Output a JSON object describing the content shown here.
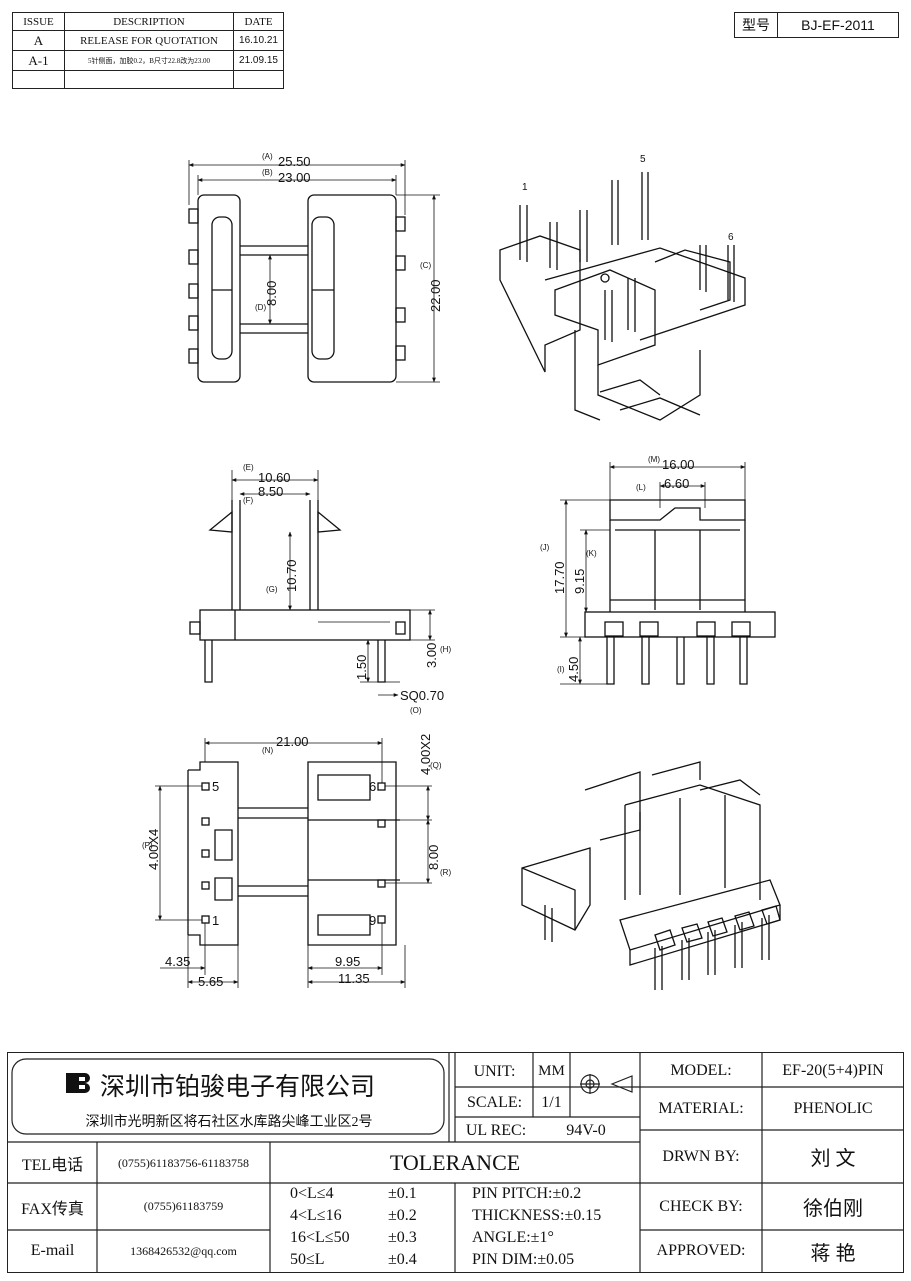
{
  "revision_table": {
    "headers": [
      "ISSUE",
      "DESCRIPTION",
      "DATE"
    ],
    "rows": [
      {
        "issue": "A",
        "description": "RELEASE FOR QUOTATION",
        "date": "16.10.21"
      },
      {
        "issue": "A-1",
        "description": "5针侧面，加胶0.2，B尺寸22.8改为23.00",
        "date": "21.09.15"
      }
    ]
  },
  "model_box": {
    "label": "型号",
    "value": "BJ-EF-2011"
  },
  "views": {
    "top": {
      "A": "25.50",
      "B": "23.00",
      "C": "22.00",
      "D": "8.00",
      "tag_A": "(A)",
      "tag_B": "(B)",
      "tag_C": "(C)",
      "tag_D": "(D)"
    },
    "iso_top": {
      "pin1": "1",
      "pin5": "5",
      "pin6": "6"
    },
    "side": {
      "E": "10.60",
      "F": "8.50",
      "G": "10.70",
      "H": "3.00",
      "pin_len": "1.50",
      "O": "SQ0.70",
      "tag_E": "(E)",
      "tag_F": "(F)",
      "tag_G": "(G)",
      "tag_H": "(H)",
      "tag_O": "(O)"
    },
    "front": {
      "M": "16.00",
      "L": "6.60",
      "J": "17.70",
      "K": "9.15",
      "I": "4.50",
      "tag_M": "(M)",
      "tag_L": "(L)",
      "tag_J": "(J)",
      "tag_K": "(K)",
      "tag_I": "(I)"
    },
    "bottom": {
      "N": "21.00",
      "Q": "4.00X2",
      "P": "4.00X4",
      "R": "8.00",
      "d1": "4.35",
      "d2": "5.65",
      "d3": "9.95",
      "d4": "11.35",
      "tag_N": "(N)",
      "tag_Q": "(Q)",
      "tag_P": "(P)",
      "tag_R": "(R)",
      "pin5": "5",
      "pin1": "1",
      "pin6": "6",
      "pin9": "9"
    }
  },
  "title_block": {
    "company": "深圳市铂骏电子有限公司",
    "address": "深圳市光明新区将石社区水库路尖峰工业区2号",
    "unit_label": "UNIT:",
    "unit_value": "MM",
    "scale_label": "SCALE:",
    "scale_value": "1/1",
    "ul_label": "UL REC:",
    "ul_value": "94V-0",
    "model_label": "MODEL:",
    "model_value": "EF-20(5+4)PIN",
    "material_label": "MATERIAL:",
    "material_value": "PHENOLIC",
    "drawn_label": "DRWN BY:",
    "drawn_value": "刘 文",
    "check_label": "CHECK BY:",
    "check_value": "徐伯刚",
    "approved_label": "APPROVED:",
    "approved_value": "蒋 艳",
    "tel_label": "TEL电话",
    "tel_value": "(0755)61183756-61183758",
    "fax_label": "FAX传真",
    "fax_value": "(0755)61183759",
    "email_label": "E-mail",
    "email_value": "1368426532@qq.com",
    "tolerance_title": "TOLERANCE",
    "tolerance_rows": [
      {
        "range": "0<L≤4",
        "tol": "±0.1"
      },
      {
        "range": "4<L≤16",
        "tol": "±0.2"
      },
      {
        "range": "16<L≤50",
        "tol": "±0.3"
      },
      {
        "range": "50≤L",
        "tol": "±0.4"
      }
    ],
    "pin_pitch": "PIN PITCH:±0.2",
    "thickness": "THICKNESS:±0.15",
    "angle": "ANGLE:±1°",
    "pin_dim": "PIN DIM:±0.05"
  }
}
